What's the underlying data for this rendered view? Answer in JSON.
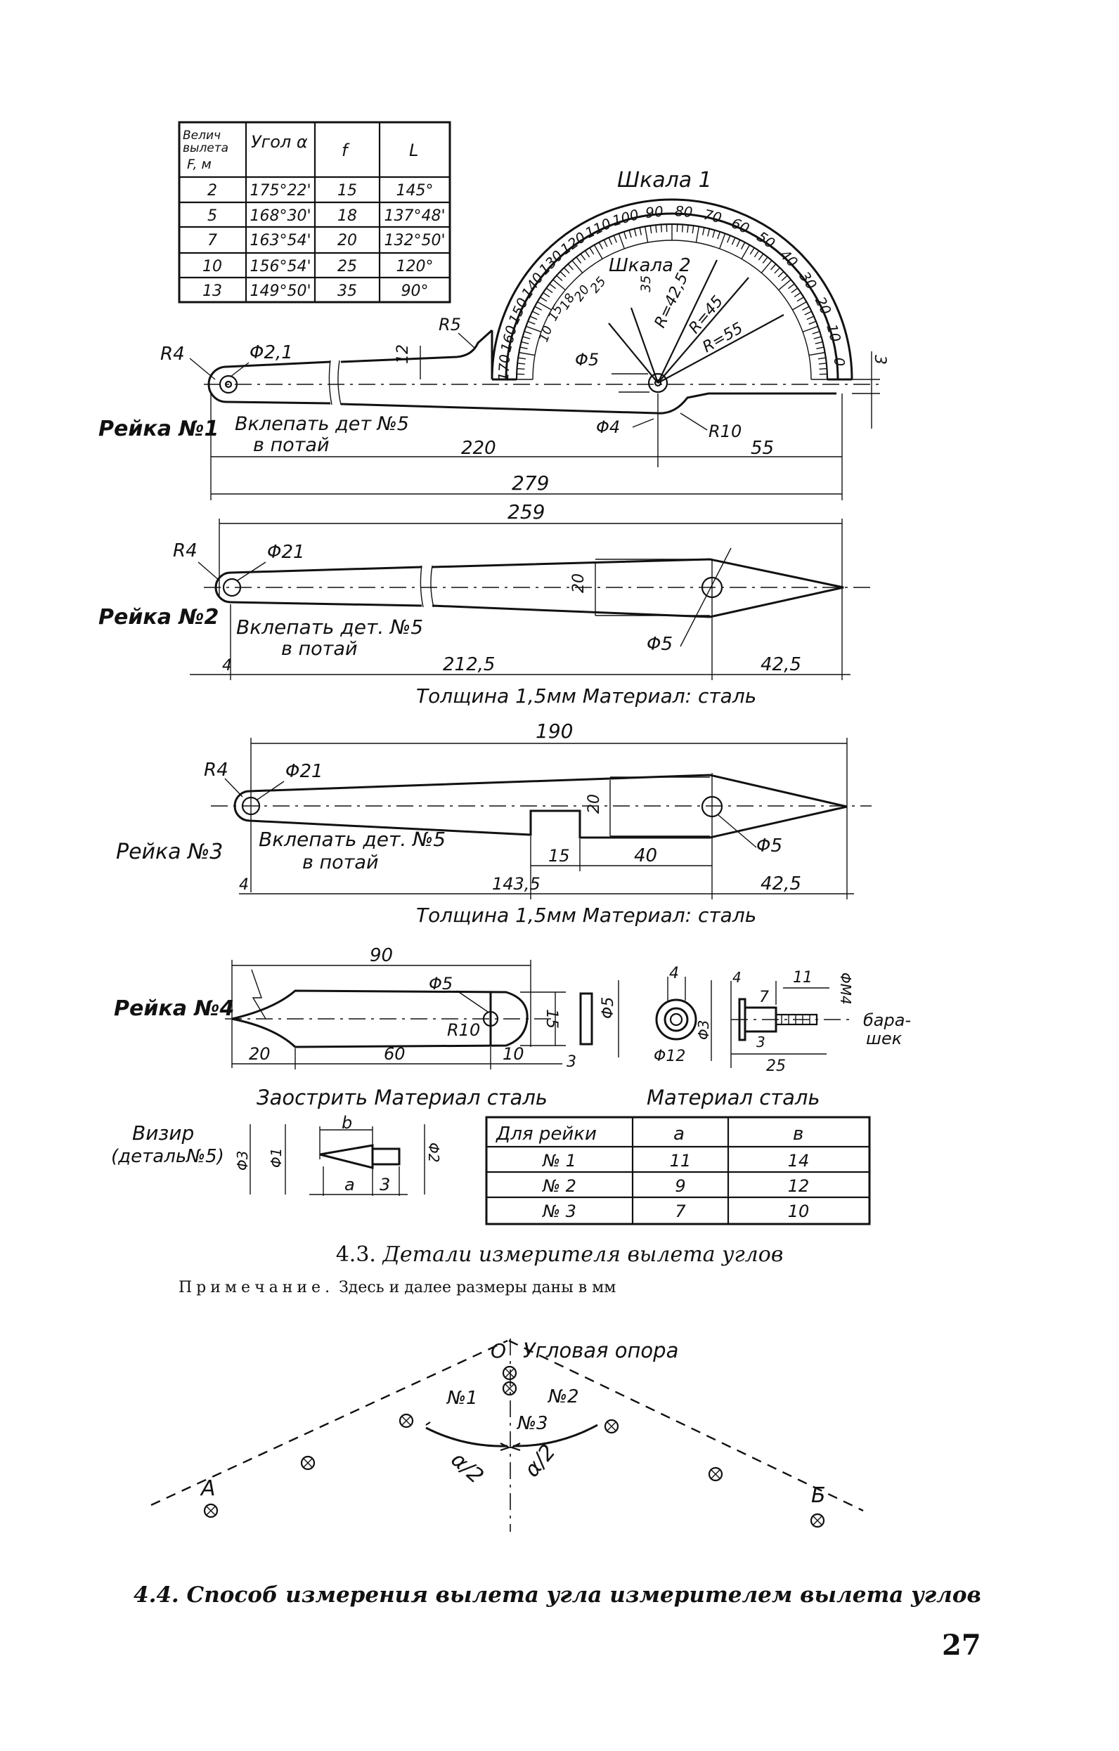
{
  "figure_4_3": {
    "table_top": {
      "headers": [
        "Велич вылета F, м",
        "Угол α",
        "f",
        "L"
      ],
      "rows": [
        [
          "2",
          "175°22'",
          "15",
          "145°"
        ],
        [
          "5",
          "168°30'",
          "18",
          "137°48'"
        ],
        [
          "7",
          "163°54'",
          "20",
          "132°50'"
        ],
        [
          "10",
          "156°54'",
          "25",
          "120°"
        ],
        [
          "13",
          "149°50'",
          "35",
          "90°"
        ]
      ]
    },
    "scale1_label": "Шкала 1",
    "scale2_label": "Шкала 2",
    "scale1_ticks": [
      "0",
      "10",
      "20",
      "30",
      "40",
      "50",
      "60",
      "70",
      "80",
      "90",
      "100",
      "110",
      "120",
      "130",
      "140",
      "150",
      "160",
      "170"
    ],
    "scale2_ticks": [
      "35",
      "25",
      "20",
      "18",
      "15",
      "10"
    ],
    "rail1": {
      "label": "Рейка №1",
      "note_line1": "Вклепать дет №5",
      "note_line2": "в потай",
      "dims": {
        "r4": "R4",
        "d21": "Φ2,1",
        "r5": "R5",
        "h12": "12",
        "d5": "Φ5",
        "d4": "Φ4",
        "r10": "R10",
        "l220": "220",
        "l55": "55",
        "l279": "279",
        "h3": "3",
        "r425": "R=42,5",
        "r45": "R=45",
        "r55": "R=55"
      }
    },
    "rail2": {
      "label": "Рейка №2",
      "note_line1": "Вклепать дет. №5",
      "note_line2": "в потай",
      "dims": {
        "l259": "259",
        "r4": "R4",
        "d21": "Φ21",
        "h20": "20",
        "d5": "Φ5",
        "l4": "4",
        "l2125": "212,5",
        "l425": "42,5"
      }
    },
    "spec_line": "Толщина 1,5мм   Материал: сталь",
    "rail3": {
      "label": "Рейка №3",
      "note_line1": "Вклепать дет. №5",
      "note_line2": "в потай",
      "dims": {
        "l190": "190",
        "r4": "R4",
        "d21": "Φ21",
        "h20": "20",
        "d5": "Φ5",
        "l15": "15",
        "l40": "40",
        "l1435": "143,5",
        "l4": "4",
        "l425": "42,5"
      }
    },
    "rail4": {
      "label": "Рейка №4",
      "dims": {
        "l90": "90",
        "d5": "Φ5",
        "r10": "R10",
        "h15": "15",
        "l20": "20",
        "l60": "60",
        "l10": "10",
        "l3": "3"
      },
      "caption": "Заострить  Материал  сталь"
    },
    "rivet": {
      "dims": {
        "d5": "Φ5",
        "l4a": "4",
        "d12": "Φ12",
        "d3": "Φ3",
        "l4b": "4",
        "l7": "7",
        "l11": "11",
        "m4": "ΦМ4",
        "l3": "3",
        "l25": "25"
      },
      "label": "бара-шек",
      "caption": "Материал  сталь"
    },
    "sight": {
      "label_line1": "Визир",
      "label_line2": "(деталь№5)",
      "dims": {
        "b": "b",
        "a": "a",
        "three": "3",
        "d3": "Φ3",
        "d1": "Φ1",
        "d2": "Φ2"
      }
    },
    "table_bottom": {
      "headers": [
        "Для рейки",
        "a",
        "в"
      ],
      "rows": [
        [
          "№ 1",
          "11",
          "14"
        ],
        [
          "№ 2",
          "9",
          "12"
        ],
        [
          "№ 3",
          "7",
          "10"
        ]
      ]
    },
    "caption_num": "4.3.",
    "caption_text": "Детали измерителя вылета углов",
    "note_word": "Примечание.",
    "note_text": "Здесь и далее размеры даны в мм"
  },
  "figure_4_4": {
    "label_o": "О",
    "label_support": "Угловая опора",
    "label_n1": "№1",
    "label_n2": "№2",
    "label_n3": "№3",
    "label_a2_left": "α/2",
    "label_a2_right": "α/2",
    "label_a": "А",
    "label_b": "Б",
    "caption_num": "4.4.",
    "caption_text": "Способ измерения вылета угла измерителем вылета углов"
  },
  "page_number": "27"
}
